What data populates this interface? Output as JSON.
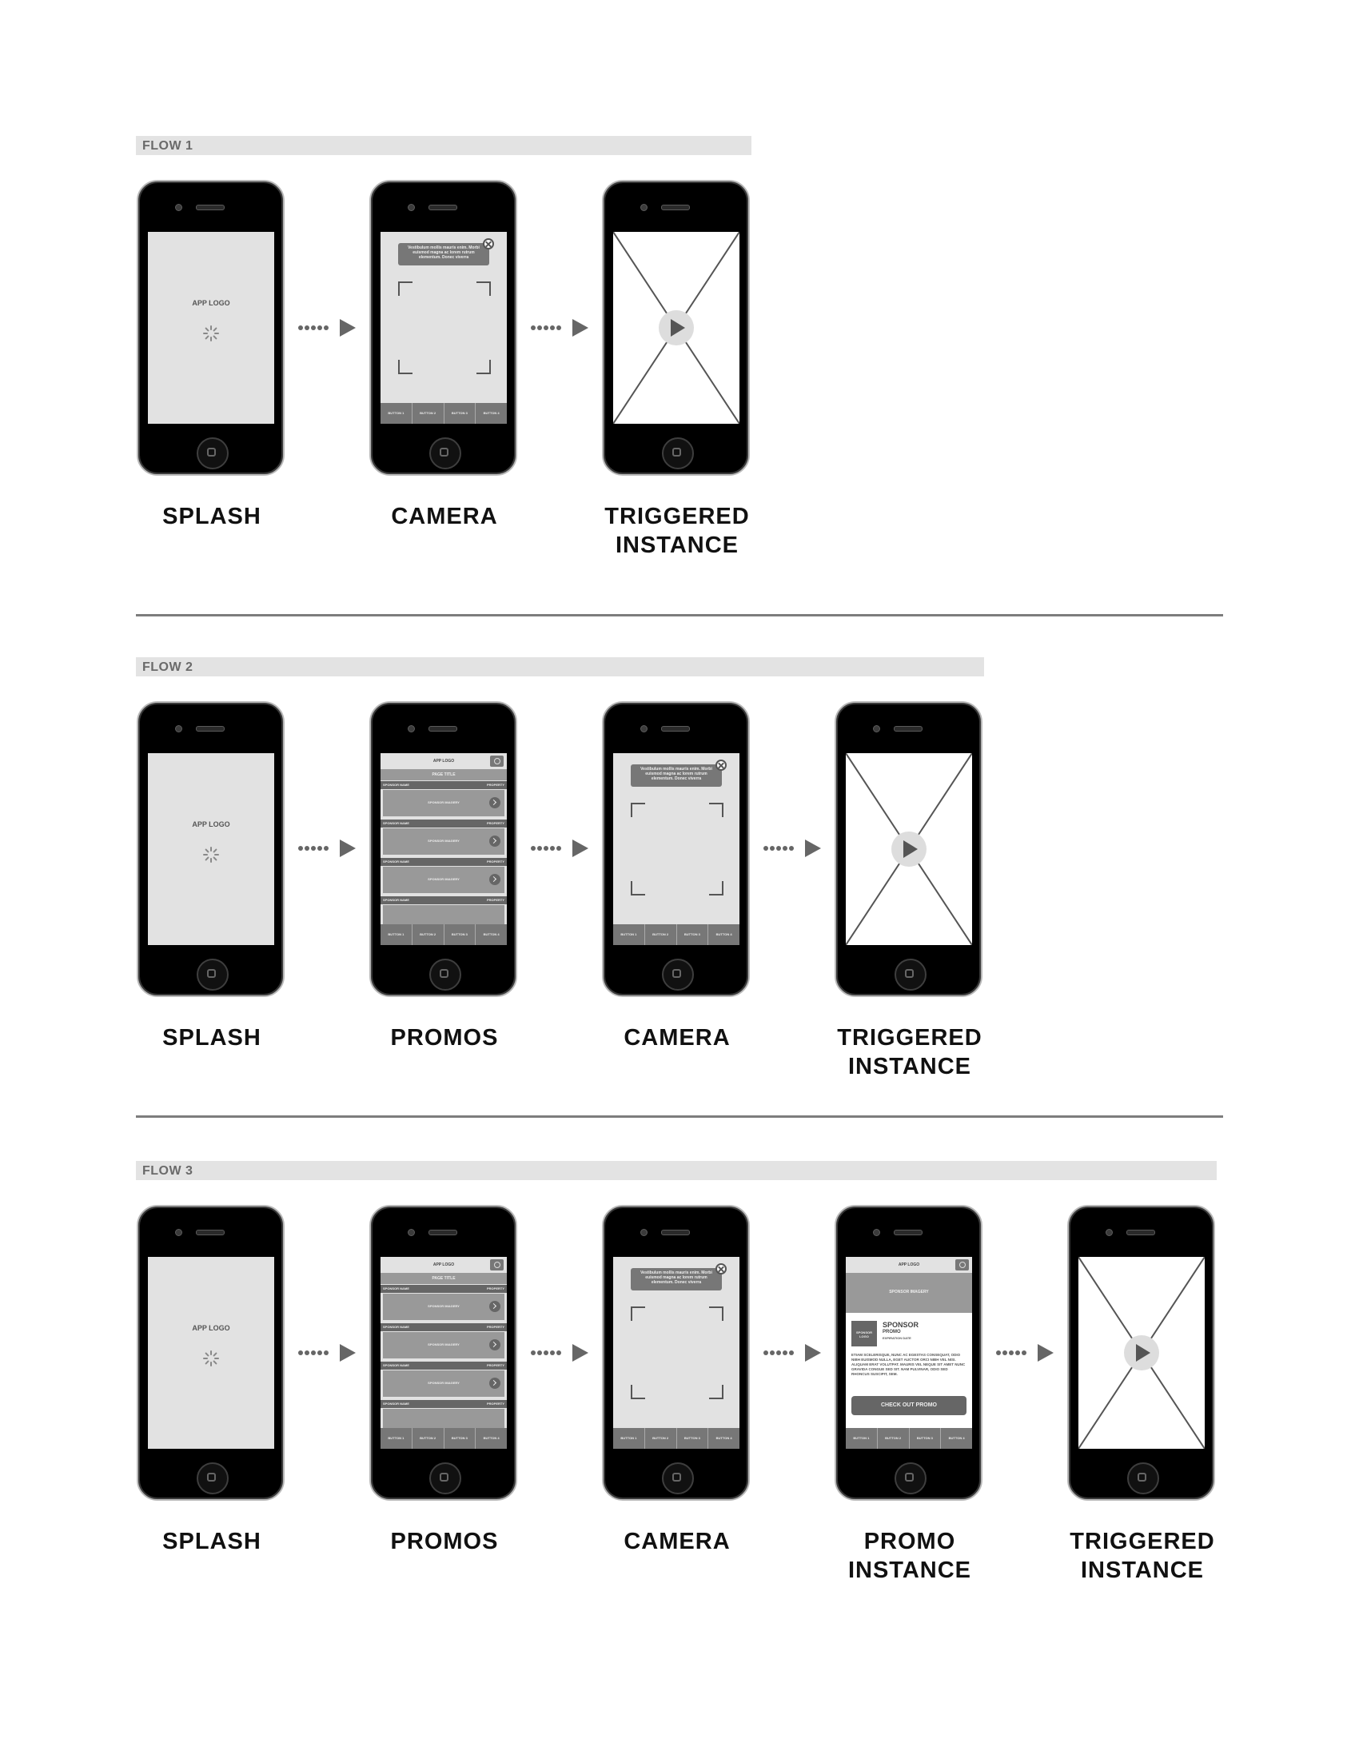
{
  "common": {
    "app_logo": "APP LOGO",
    "camera_tip": "Vestibulum mollis mauris enim. Morbi euismod magna ac lorem rutrum elementum. Donec viverra",
    "buttons": [
      "BUTTON 1",
      "BUTTON 2",
      "BUTTON 3",
      "BUTTON 4"
    ],
    "page_title": "PAGE TITLE",
    "sponsor_name": "SPONSOR NAME",
    "property": "PROPERTY",
    "sponsor_imagery": "SPONSOR IMAGERY",
    "promo_instance": {
      "sponsor_imagery": "SPONSOR IMAGERY",
      "sponsor_logo": "SPONSOR LOGO",
      "title": "SPONSOR",
      "subtitle": "PROMO",
      "expiration": "EXPIRATION DATE",
      "body": "ETIAM SCELERISQUE, NUNC AC EGESTAS CONSEQUAT, ODIO NIBH EUISMOD NULLA, EGET AUCTOR ORCI NIBH VEL NISI. ALIQUAM ERAT VOLUTPAT. MAURIS VEL NEQUE SIT AMET NUNC GRAVIDA CONGUE SED SIT. NAM PULVINAR, ODIO SED RHONCUS SUSCIPIT, SEM.",
      "cta": "CHECK OUT PROMO"
    }
  },
  "flows": [
    {
      "label": "FLOW 1",
      "captions": [
        "SPLASH",
        "CAMERA",
        "TRIGGERED INSTANCE"
      ]
    },
    {
      "label": "FLOW 2",
      "captions": [
        "SPLASH",
        "PROMOS",
        "CAMERA",
        "TRIGGERED INSTANCE"
      ]
    },
    {
      "label": "FLOW 3",
      "captions": [
        "SPLASH",
        "PROMOS",
        "CAMERA",
        "PROMO INSTANCE",
        "TRIGGERED INSTANCE"
      ]
    }
  ]
}
